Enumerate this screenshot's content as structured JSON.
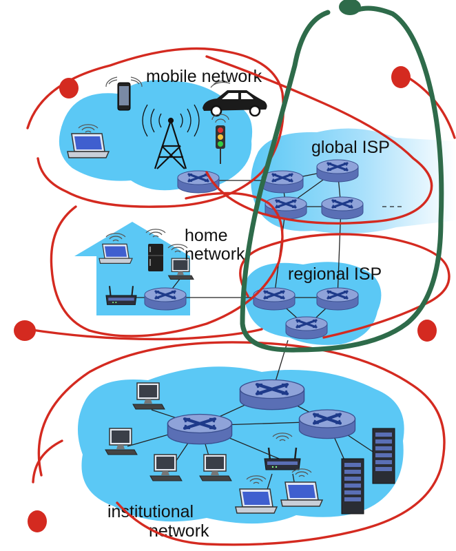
{
  "labels": {
    "mobile_network": "mobile network",
    "global_isp": "global ISP",
    "home_network_line1": "home",
    "home_network_line2": "network",
    "regional_isp": "regional ISP",
    "institutional_network_line1": "institutional",
    "institutional_network_line2": "network"
  },
  "colors": {
    "network_fill": "#5bc8f5",
    "router_top": "#8fa3d9",
    "router_side": "#5a6fb5",
    "link": "#222222",
    "annotation_red": "#d42a20",
    "annotation_green": "#2e6b4a"
  },
  "icons": [
    "router-icon",
    "cell-tower-icon",
    "smartphone-icon",
    "car-icon",
    "traffic-light-icon",
    "laptop-icon",
    "desktop-computer-icon",
    "wifi-router-icon",
    "refrigerator-icon",
    "server-rack-icon",
    "house-icon"
  ]
}
